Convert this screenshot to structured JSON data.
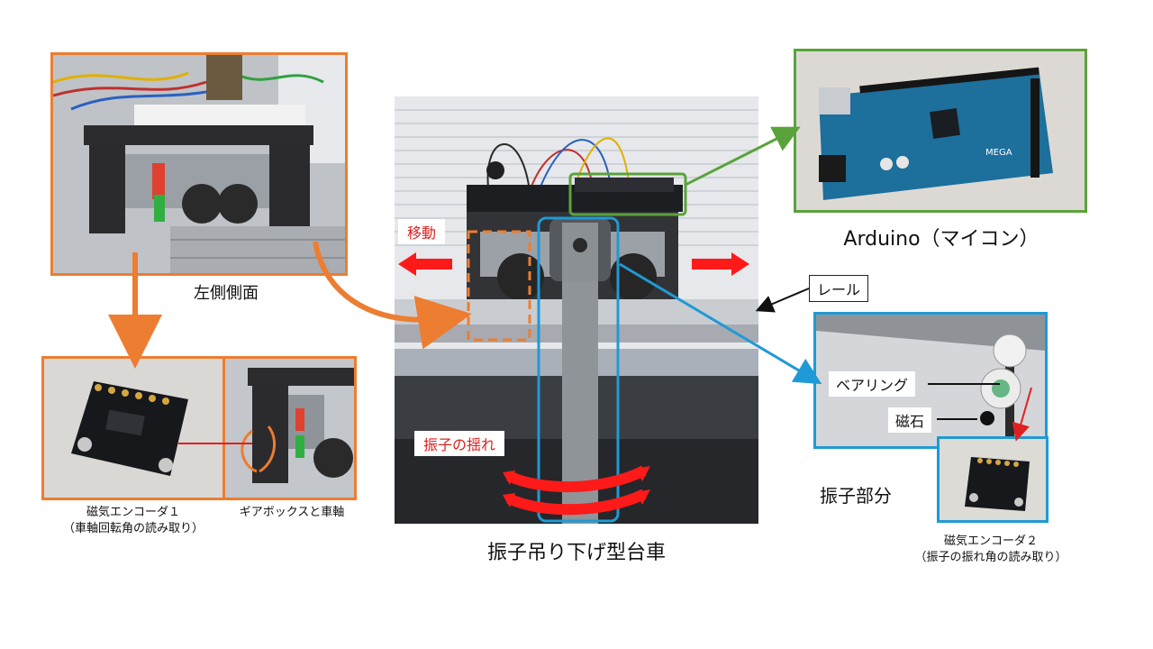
{
  "photos": {
    "left_side": {
      "caption": "左側側面"
    },
    "encoder1": {
      "caption_line1": "磁気エンコーダ１",
      "caption_line2": "（車軸回転角の読み取り）"
    },
    "gearbox": {
      "caption": "ギアボックスと車軸"
    },
    "cart": {
      "caption": "振子吊り下げ型台車"
    },
    "arduino": {
      "caption": "Arduino（マイコン）"
    },
    "pendulum": {
      "caption": "振子部分"
    },
    "encoder2": {
      "caption_line1": "磁気エンコーダ２",
      "caption_line2": "（振子の振れ角の読み取り）"
    }
  },
  "labels": {
    "move": "移動",
    "swing": "振子の揺れ",
    "rail": "レール",
    "bearing": "ベアリング",
    "magnet": "磁石"
  },
  "colors": {
    "orange": "#ed7d31",
    "green": "#5aa33b",
    "blue": "#1f9ad6",
    "red": "#e02020"
  }
}
